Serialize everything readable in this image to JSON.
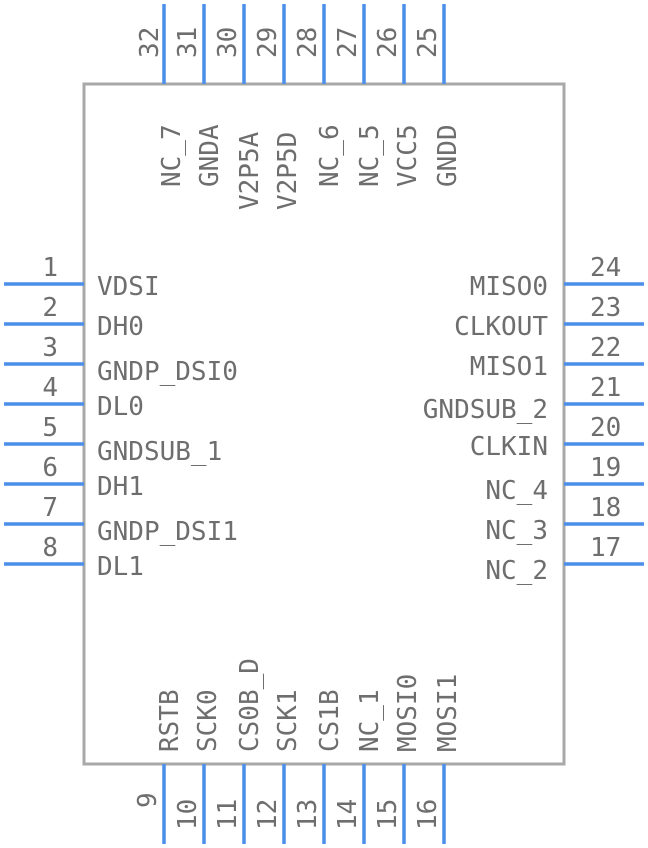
{
  "component": {
    "pins_left": [
      {
        "number": "1",
        "name": "VDSI"
      },
      {
        "number": "2",
        "name": "DH0"
      },
      {
        "number": "3",
        "name": "GNDP_DSI0"
      },
      {
        "number": "4",
        "name": "DL0"
      },
      {
        "number": "5",
        "name": "GNDSUB_1"
      },
      {
        "number": "6",
        "name": "DH1"
      },
      {
        "number": "7",
        "name": "GNDP_DSI1"
      },
      {
        "number": "8",
        "name": "DL1"
      }
    ],
    "pins_bottom": [
      {
        "number": "9",
        "name": "RSTB"
      },
      {
        "number": "10",
        "name": "SCK0"
      },
      {
        "number": "11",
        "name": "CS0B_D"
      },
      {
        "number": "12",
        "name": "SCK1"
      },
      {
        "number": "13",
        "name": "CS1B"
      },
      {
        "number": "14",
        "name": "NC_1"
      },
      {
        "number": "15",
        "name": "MOSI0"
      },
      {
        "number": "16",
        "name": "MOSI1"
      }
    ],
    "pins_right": [
      {
        "number": "24",
        "name": "MISO0"
      },
      {
        "number": "23",
        "name": "CLKOUT"
      },
      {
        "number": "22",
        "name": "MISO1"
      },
      {
        "number": "21",
        "name": "GNDSUB_2"
      },
      {
        "number": "20",
        "name": "CLKIN"
      },
      {
        "number": "19",
        "name": "NC_4"
      },
      {
        "number": "18",
        "name": "NC_3"
      },
      {
        "number": "17",
        "name": "NC_2"
      }
    ],
    "pins_top": [
      {
        "number": "32",
        "name": "NC_7"
      },
      {
        "number": "31",
        "name": "GNDA"
      },
      {
        "number": "30",
        "name": "V2P5A"
      },
      {
        "number": "29",
        "name": "V2P5D"
      },
      {
        "number": "28",
        "name": "NC_6"
      },
      {
        "number": "27",
        "name": "NC_5"
      },
      {
        "number": "26",
        "name": "VCC5"
      },
      {
        "number": "25",
        "name": "GNDD"
      }
    ],
    "colors": {
      "pin": "#4a8fe8",
      "outline": "#a8a8a8",
      "text": "#6e6e6e"
    }
  }
}
